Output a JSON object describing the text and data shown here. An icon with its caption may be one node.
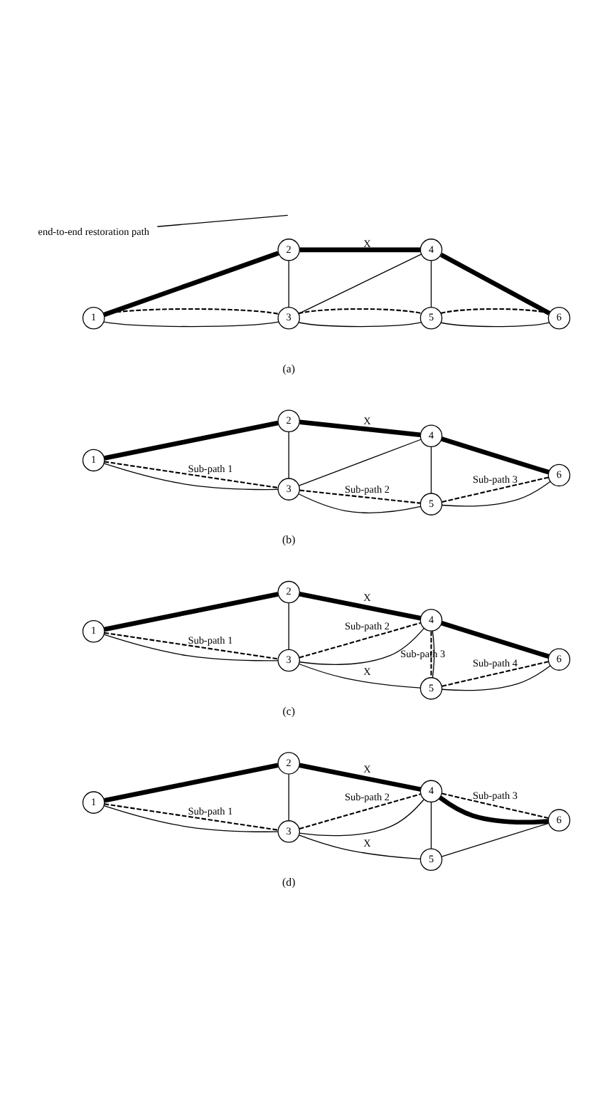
{
  "diagram": {
    "nodes": [
      {
        "text": [
          "1"
        ]
      },
      {
        "text": [
          "2"
        ]
      },
      {
        "text": [
          "3"
        ]
      },
      {
        "text": [
          "4"
        ]
      },
      {
        "text": [
          "5"
        ]
      },
      {
        "text": [
          "6"
        ]
      },
      {
        "text": [
          "1"
        ]
      },
      {
        "text": [
          "2"
        ]
      },
      {
        "text": [
          "3"
        ]
      },
      {
        "text": [
          "4"
        ]
      },
      {
        "text": [
          "5"
        ]
      },
      {
        "text": [
          "6"
        ]
      },
      {
        "text": [
          "1"
        ]
      },
      {
        "text": [
          "2"
        ]
      },
      {
        "text": [
          "3"
        ]
      },
      {
        "text": [
          "4"
        ]
      },
      {
        "text": [
          "5"
        ]
      },
      {
        "text": [
          "6"
        ]
      },
      {
        "text": [
          "1"
        ]
      },
      {
        "text": [
          "2"
        ]
      },
      {
        "text": [
          "3"
        ]
      },
      {
        "text": [
          "4"
        ]
      },
      {
        "text": [
          "5"
        ]
      },
      {
        "text": [
          "6"
        ]
      },
      {
        "text": [
          "end-to-end restoration path"
        ]
      }
    ],
    "edges": [
      {
        "from": 0,
        "to": 1,
        "arrow": "none",
        "style": "thick"
      },
      {
        "from": 1,
        "to": 3,
        "arrow": "none",
        "style": "thick",
        "label": "X"
      },
      {
        "from": 3,
        "to": 5,
        "arrow": "none",
        "style": "thick"
      },
      {
        "from": 0,
        "to": 2,
        "arrow": "none"
      },
      {
        "from": 1,
        "to": 2,
        "arrow": "none"
      },
      {
        "from": 2,
        "to": 3,
        "arrow": "none"
      },
      {
        "from": 2,
        "to": 4,
        "arrow": "none"
      },
      {
        "from": 3,
        "to": 4,
        "arrow": "none"
      },
      {
        "from": 4,
        "to": 5,
        "arrow": "none"
      },
      {
        "from": 0,
        "to": 2,
        "arrow": "none",
        "style": "dashed"
      },
      {
        "from": 2,
        "to": 4,
        "arrow": "none",
        "style": "dashed"
      },
      {
        "from": 4,
        "to": 5,
        "arrow": "none",
        "style": "dashed"
      },
      {
        "from": 6,
        "to": 7,
        "arrow": "none",
        "style": "thick"
      },
      {
        "from": 7,
        "to": 9,
        "arrow": "none",
        "style": "thick",
        "label": "X"
      },
      {
        "from": 9,
        "to": 11,
        "arrow": "none",
        "style": "thick"
      },
      {
        "from": 6,
        "to": 8,
        "arrow": "none"
      },
      {
        "from": 7,
        "to": 8,
        "arrow": "none"
      },
      {
        "from": 8,
        "to": 9,
        "arrow": "none"
      },
      {
        "from": 8,
        "to": 10,
        "arrow": "none"
      },
      {
        "from": 9,
        "to": 10,
        "arrow": "none"
      },
      {
        "from": 10,
        "to": 11,
        "arrow": "none"
      },
      {
        "from": 6,
        "to": 8,
        "arrow": "none",
        "style": "dashed",
        "label": "Sub-path 1"
      },
      {
        "from": 8,
        "to": 10,
        "arrow": "none",
        "style": "dashed",
        "label": "Sub-path 2"
      },
      {
        "from": 10,
        "to": 11,
        "arrow": "none",
        "style": "dashed",
        "label": "Sub-path 3"
      },
      {
        "from": 12,
        "to": 13,
        "arrow": "none",
        "style": "thick"
      },
      {
        "from": 13,
        "to": 15,
        "arrow": "none",
        "style": "thick",
        "label": "X"
      },
      {
        "from": 15,
        "to": 17,
        "arrow": "none",
        "style": "thick"
      },
      {
        "from": 12,
        "to": 14,
        "arrow": "none"
      },
      {
        "from": 13,
        "to": 14,
        "arrow": "none"
      },
      {
        "from": 14,
        "to": 15,
        "arrow": "none"
      },
      {
        "from": 14,
        "to": 16,
        "arrow": "none",
        "label": "X"
      },
      {
        "from": 15,
        "to": 16,
        "arrow": "none"
      },
      {
        "from": 16,
        "to": 17,
        "arrow": "none"
      },
      {
        "from": 12,
        "to": 14,
        "arrow": "none",
        "style": "dashed",
        "label": "Sub-path 1"
      },
      {
        "from": 14,
        "to": 15,
        "arrow": "none",
        "style": "dashed",
        "label": "Sub-path 2"
      },
      {
        "from": 15,
        "to": 16,
        "arrow": "none",
        "style": "dashed",
        "label": "Sub-path 3"
      },
      {
        "from": 16,
        "to": 17,
        "arrow": "none",
        "style": "dashed",
        "label": "Sub-path 4"
      },
      {
        "from": 18,
        "to": 19,
        "arrow": "none",
        "style": "thick"
      },
      {
        "from": 19,
        "to": 21,
        "arrow": "none",
        "style": "thick",
        "label": "X"
      },
      {
        "from": 21,
        "to": 23,
        "arrow": "none",
        "style": "thick"
      },
      {
        "from": 18,
        "to": 20,
        "arrow": "none"
      },
      {
        "from": 19,
        "to": 20,
        "arrow": "none"
      },
      {
        "from": 20,
        "to": 21,
        "arrow": "none"
      },
      {
        "from": 20,
        "to": 22,
        "arrow": "none",
        "label": "X"
      },
      {
        "from": 21,
        "to": 22,
        "arrow": "none"
      },
      {
        "from": 22,
        "to": 23,
        "arrow": "none"
      },
      {
        "from": 18,
        "to": 20,
        "arrow": "none",
        "style": "dashed",
        "label": "Sub-path 1"
      },
      {
        "from": 20,
        "to": 21,
        "arrow": "none",
        "style": "dashed",
        "label": "Sub-path 2"
      },
      {
        "from": 21,
        "to": 23,
        "arrow": "none",
        "style": "dashed",
        "label": "Sub-path 3"
      },
      {
        "from": 24,
        "to": null,
        "arrow": "none"
      }
    ],
    "labels": [
      "(a)",
      "(b)",
      "(c)",
      "(d)"
    ]
  }
}
